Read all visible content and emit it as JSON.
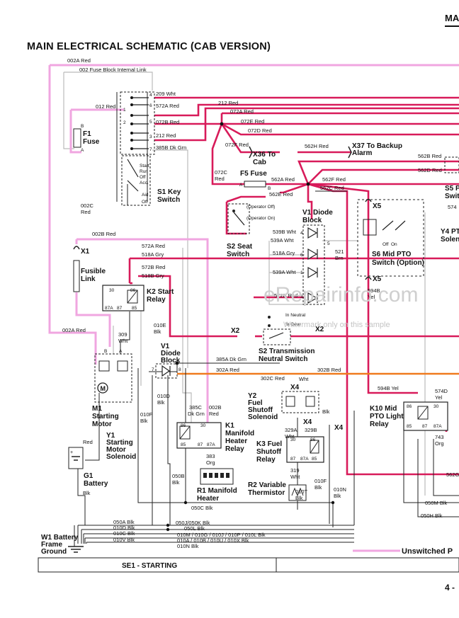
{
  "header": {
    "corner_title": "MA",
    "title": "MAIN ELECTRICAL SCHEMATIC (CAB VERSION)"
  },
  "footer": {
    "section": "SE1 - STARTING",
    "legend_unswitched": "Unswitched P",
    "page_number": "4 -"
  },
  "watermark": {
    "site": "eRepairinfo.com",
    "note": "Watermark only on this sample"
  },
  "colors": {
    "red_wire": "#d81b5a",
    "pink_wire": "#f0a6e0",
    "orange_wire": "#f07a1e",
    "black_wire": "#222222",
    "gray_wire": "#bbbbbb"
  },
  "components": {
    "f1": {
      "id": "F1",
      "name": "Fuse"
    },
    "fuse_link": {
      "id": "",
      "name": "Fusible",
      "name2": "Link"
    },
    "x1": "X1",
    "s1": {
      "id": "S1",
      "name": "Key",
      "name2": "Switch"
    },
    "key_positions": [
      "Start",
      "Run",
      "Off",
      "Acc.",
      "Aid",
      "Off"
    ],
    "key_terminals": [
      "4",
      "6",
      "1",
      "2",
      "5",
      "3",
      "7"
    ],
    "x36": {
      "id": "X36",
      "name": "To",
      "name2": "Cab"
    },
    "f5": {
      "id": "F5",
      "name": "Fuse"
    },
    "x37": {
      "id": "X37",
      "name": "To Backup",
      "name2": "Alarm"
    },
    "s2": {
      "id": "S2",
      "name": "Seat",
      "name2": "Switch"
    },
    "s2_positions": [
      "(Operator Off)",
      "(Operator On)"
    ],
    "v1_block": {
      "id": "V1",
      "name": "Diode",
      "name2": "Block"
    },
    "diode_pins": [
      "4",
      "6",
      "1",
      "3",
      "5"
    ],
    "s6": {
      "id": "S6",
      "name": "Mid PTO",
      "name2": "Switch (Option)",
      "off": "Off",
      "on": "On"
    },
    "y4": {
      "id": "Y4",
      "name": "PT",
      "name2": "Solen"
    },
    "s5": {
      "id": "S5",
      "name": "P",
      "name2": "Swit"
    },
    "k2": {
      "id": "K2",
      "name": "Start",
      "name2": "Relay",
      "pins": [
        "30",
        "86",
        "87A",
        "87",
        "85"
      ]
    },
    "s2t": {
      "id": "S2",
      "name": "Transmission",
      "name2": "Neutral Switch",
      "pos1": "In Neutral",
      "pos2": "In Gear"
    },
    "x2": "X2",
    "m1": {
      "id": "M1",
      "name": "Starting",
      "name2": "Motor"
    },
    "y1": {
      "id": "Y1",
      "name": "Starting",
      "name2": "Motor",
      "name3": "Solenoid"
    },
    "v1_diode": {
      "id": "V1",
      "name": "Diode",
      "name2": "Block",
      "pins": [
        "7",
        "8"
      ]
    },
    "y2": {
      "id": "Y2",
      "name": "Fuel",
      "name2": "Shutoff",
      "name3": "Solenoid"
    },
    "x4": "X4",
    "k10": {
      "id": "K10",
      "name": "Mid",
      "name2": "PTO Light",
      "name3": "Relay",
      "pins": [
        "86",
        "30",
        "85",
        "87",
        "87A"
      ]
    },
    "k1": {
      "id": "K1",
      "name": "Manifold",
      "name2": "Heater",
      "name3": "Relay",
      "pins": [
        "86",
        "30",
        "85",
        "87",
        "87A"
      ]
    },
    "k3": {
      "id": "K3",
      "name": "Fuel",
      "name2": "Shutoff",
      "name3": "Relay",
      "pins": [
        "30",
        "86",
        "85",
        "87",
        "87A"
      ]
    },
    "r1": {
      "id": "R1",
      "name": "Manifold",
      "name2": "Heater"
    },
    "r2": {
      "id": "R2",
      "name": "Variable",
      "name2": "Thermistor"
    },
    "g1": {
      "id": "G1",
      "name": "Battery"
    },
    "w1": {
      "id": "W1",
      "name": "Battery",
      "name2": "Frame",
      "name3": "Ground"
    },
    "x5": "X5",
    "pin_letters": [
      "A",
      "B"
    ]
  },
  "wires": {
    "w002A_top": "002A Red",
    "w002_link": "002 Fuse Block Internal Link",
    "w012": "012 Red",
    "w209": "209 Wht",
    "w572A_key": "572A Red",
    "w072B": "072B Red",
    "w212_key": "212 Red",
    "w385B": "385B Dk Grn",
    "w212": "212 Red",
    "w072A": "072A Red",
    "w072E": "072E Red",
    "w072D": "072D Red",
    "w072F": "072F Red",
    "w562H": "562H Red",
    "w562B": "562B Red",
    "w562D": "562D Red",
    "w072C": "072C",
    "w072C_red": "Red",
    "w562A": "562A Red",
    "w562F": "562F Red",
    "w562C": "562C Red",
    "w562E": "562E Red",
    "w002C": "002C",
    "w002C_red": "Red",
    "w002B": "002B Red",
    "w539B": "539B Wht",
    "w539A": "539A Wht",
    "w518A_d": "518A Gry",
    "w539A_d": "539A Wht",
    "w521": "521",
    "w521b": "Brn",
    "w572A": "572A Red",
    "w518A": "518A Gry",
    "w572B": "572B Red",
    "w518B": "518B Gry",
    "w572B_d": "572B Red",
    "w594B_top": "594B",
    "w594B_yel": "Yel",
    "w002A": "002A Red",
    "w309": "309",
    "w309b": "Wht",
    "w010E": "010E",
    "w010E_b": "Blk",
    "w385A": "385A Dk Grn",
    "w302A": "302A Red",
    "w302C": "302C Red",
    "w302B": "302B Red",
    "wWht": "Wht",
    "w594B": "594B Yel",
    "w574D": "574D",
    "w574D_y": "Yel",
    "w743": "743",
    "w743o": "Org",
    "w010D": "010D",
    "w010D_b": "Blk",
    "w010F": "010F",
    "w010F_b": "Blk",
    "w385C": "385C",
    "w385C_g": "Dk Grn",
    "w002B_k1": "002B",
    "w002B_k1r": "Red",
    "w383": "383",
    "w383o": "Org",
    "wBlk": "Blk",
    "w329A": "329A",
    "w329A_w": "Wht",
    "w329B": "329B",
    "w319": "319",
    "w319w": "Wht",
    "w010T": "010T",
    "w010T_b": "Blk",
    "w010F2": "010F",
    "w010F2_b": "Blk",
    "w010N_v": "010N",
    "w010N_vb": "Blk",
    "w050B": "050B",
    "w050B_b": "Blk",
    "w050C": "050C Blk",
    "w050M": "050M Blk",
    "w050H": "050H Blk",
    "w562G": "562G",
    "w574": "574",
    "wRed": "Red",
    "wBlkG": "Blk",
    "w050A": "050A Blk",
    "w010D_g": "010D Blk",
    "w010C": "010C Blk",
    "w010V": "010V Blk",
    "w050J": "050J/050K Blk",
    "w050L": "050L Blk",
    "w010M": "010M / 010G / 010J / 010P / 010L Blk",
    "w010A": "010A / 010B / 010U / 010X Blk",
    "w010N": "010N Blk"
  }
}
